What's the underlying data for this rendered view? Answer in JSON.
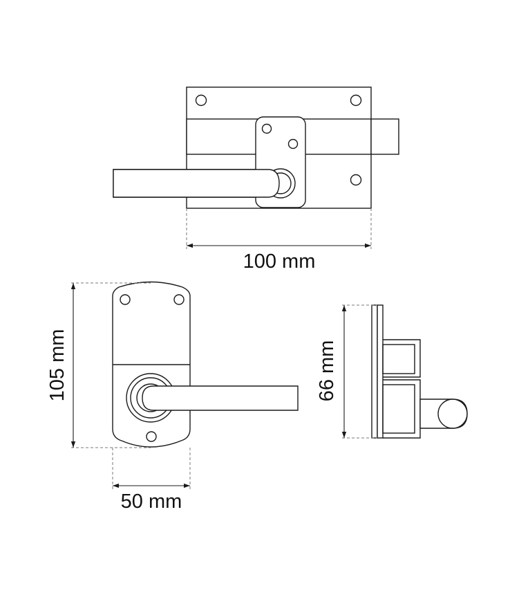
{
  "dimensions": {
    "top_width": "100 mm",
    "front_height": "105 mm",
    "front_width": "50 mm",
    "side_depth": "66 mm"
  }
}
